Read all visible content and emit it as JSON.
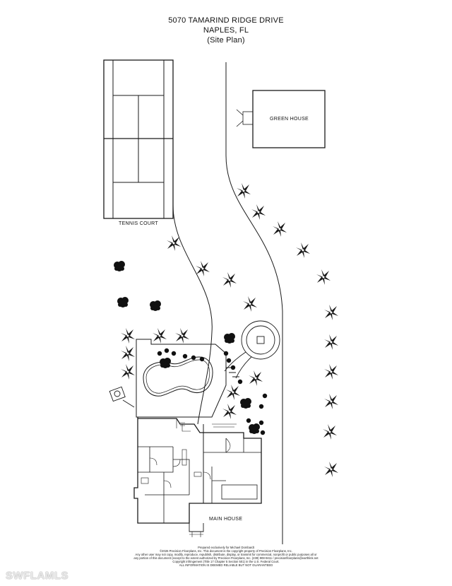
{
  "header": {
    "address": "5070 TAMARIND RIDGE DRIVE",
    "city": "NAPLES, FL",
    "subtitle": "(Site Plan)"
  },
  "labels": {
    "green_house": "GREEN HOUSE",
    "tennis_court": "TENNIS COURT",
    "main_house": "MAIN HOUSE"
  },
  "footer": {
    "line1": "Prepared exclusively for Michael Dombardt",
    "line2": "©2026 Precision Floorplans, Inc.  This document is the copyright property of Precision Floorplans, Inc.",
    "line3": "Any other user may not copy, modify, reproduce, republish, distribute, display, or transmit for commercial, nonprofit or public purposes all or",
    "line4": "any portion of this document (except to the extent authorized by Precision Floorplans, Inc. (239) 908-9411 / precisionfloorplans@earthlink.net",
    "line5": "Copyright infringement (Title 17 Chapter 5 Section 501) in the U.S. Federal Court.",
    "line6": "ALL INFORMATION IS DEEMED RELIABLE BUT NOT GUARANTEED"
  },
  "watermark": "SWFLAMLS",
  "colors": {
    "line": "#1a1a1a",
    "background": "#ffffff"
  },
  "icons": {
    "palm": "palm-tree-icon",
    "shrub": "shrub-icon"
  }
}
